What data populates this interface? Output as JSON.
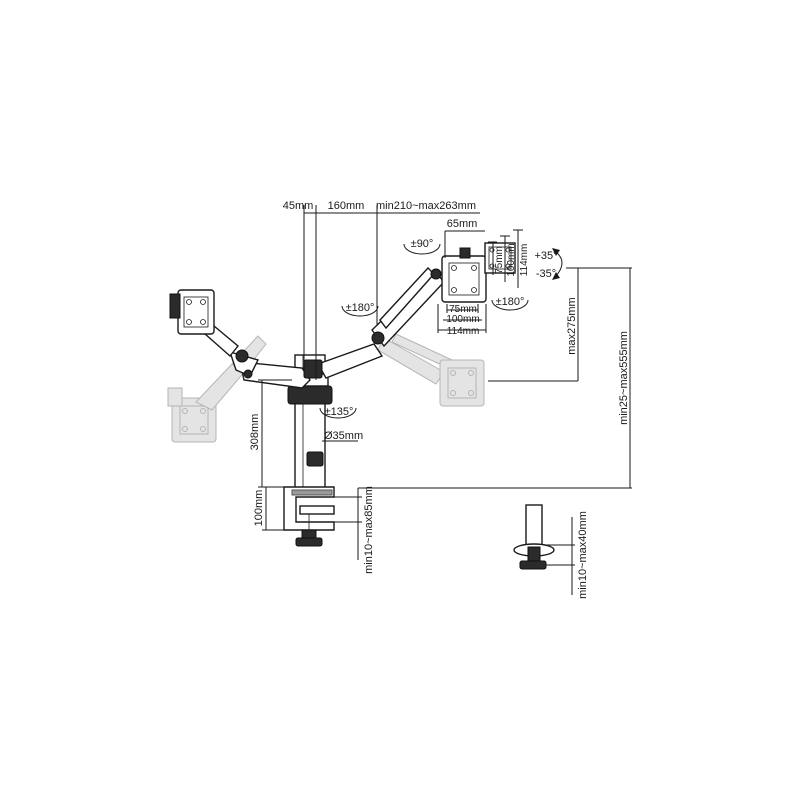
{
  "dimensions": {
    "top_45": "45mm",
    "top_160": "160mm",
    "top_arm": "min210~max263mm",
    "vesa_65": "65mm",
    "vesa_75v": "75mm",
    "vesa_100v": "100mm",
    "vesa_114v": "114mm",
    "vesa_75h": "75mm",
    "vesa_100h": "100mm",
    "vesa_114h": "114mm",
    "pole_308": "308mm",
    "pole_dia": "Ø35mm",
    "clamp_100": "100mm",
    "clamp_range": "min10~max85mm",
    "height_275": "max275mm",
    "height_range": "min25~max555mm",
    "grommet_range": "min10~max40mm"
  },
  "angles": {
    "rotate": "±90°",
    "tilt_up": "+35°",
    "tilt_down": "-35°",
    "swivel_head": "±180°",
    "swivel_arm": "±180°",
    "swivel_base": "±135°"
  }
}
